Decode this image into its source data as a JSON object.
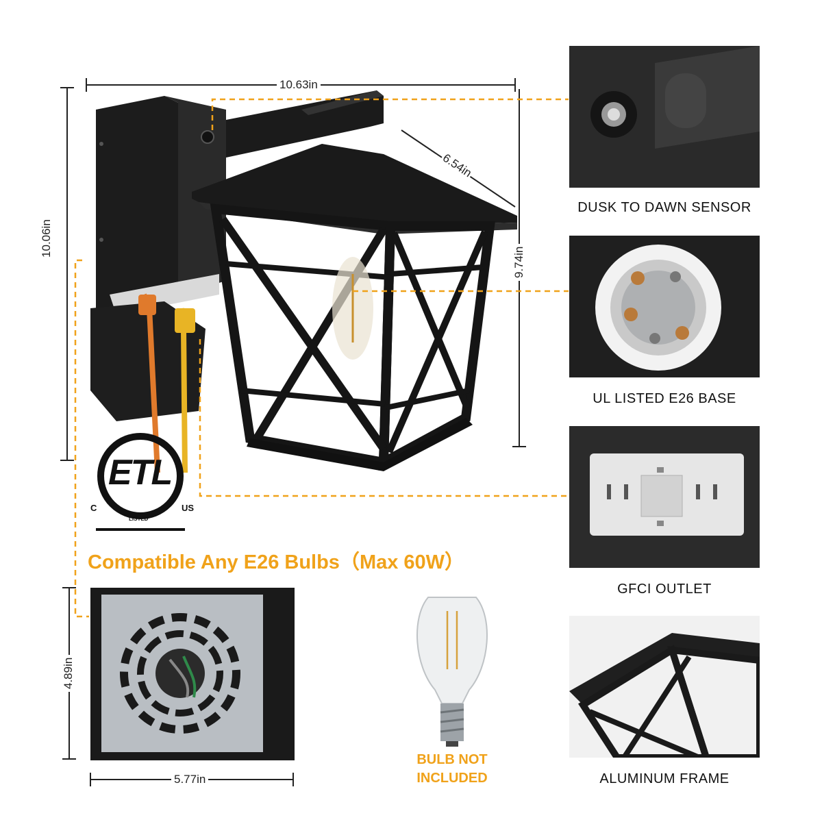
{
  "dimensions": {
    "width_top": "10.63in",
    "height_left": "10.06in",
    "depth_lantern": "6.54in",
    "height_lantern": "9.74in",
    "box_height": "4.89in",
    "box_width": "5.77in"
  },
  "features": [
    {
      "label": "DUSK TO DAWN SENSOR"
    },
    {
      "label": "UL LISTED E26 BASE"
    },
    {
      "label": "GFCI OUTLET"
    },
    {
      "label": "ALUMINUM FRAME"
    }
  ],
  "certification": {
    "logo_letters": "ETL",
    "c": "C",
    "us": "US",
    "listed": "LISTED"
  },
  "compat_text": "Compatible Any E26 Bulbs（Max 60W）",
  "bulb_note_line1": "BULB NOT",
  "bulb_note_line2": "INCLUDED",
  "colors": {
    "accent": "#f0a21a",
    "fixture": "#222222"
  }
}
